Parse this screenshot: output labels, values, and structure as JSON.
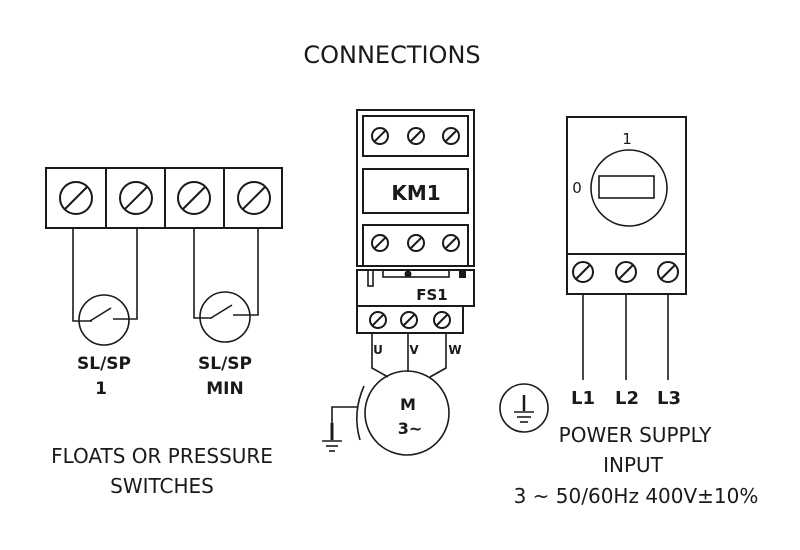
{
  "title": "CONNECTIONS",
  "switches": {
    "terminal_count": 4,
    "items": [
      {
        "label_line1": "SL/SP",
        "label_line2": "1"
      },
      {
        "label_line1": "SL/SP",
        "label_line2": "MIN"
      }
    ],
    "caption_line1": "FLOATS OR PRESSURE",
    "caption_line2": "SWITCHES"
  },
  "contactor": {
    "label": "KM1",
    "overload_label": "FS1",
    "phases": [
      "U",
      "V",
      "W"
    ]
  },
  "motor": {
    "label_line1": "M",
    "label_line2": "3~"
  },
  "isolator": {
    "on_label": "1",
    "off_label": "0",
    "lines": [
      "L1",
      "L2",
      "L3"
    ]
  },
  "power_supply": {
    "caption_line1": "POWER SUPPLY",
    "caption_line2": "INPUT",
    "caption_line3": "3 ~ 50/60Hz 400V±10%"
  },
  "colors": {
    "ink": "#1a1a1a",
    "background": "#ffffff"
  }
}
